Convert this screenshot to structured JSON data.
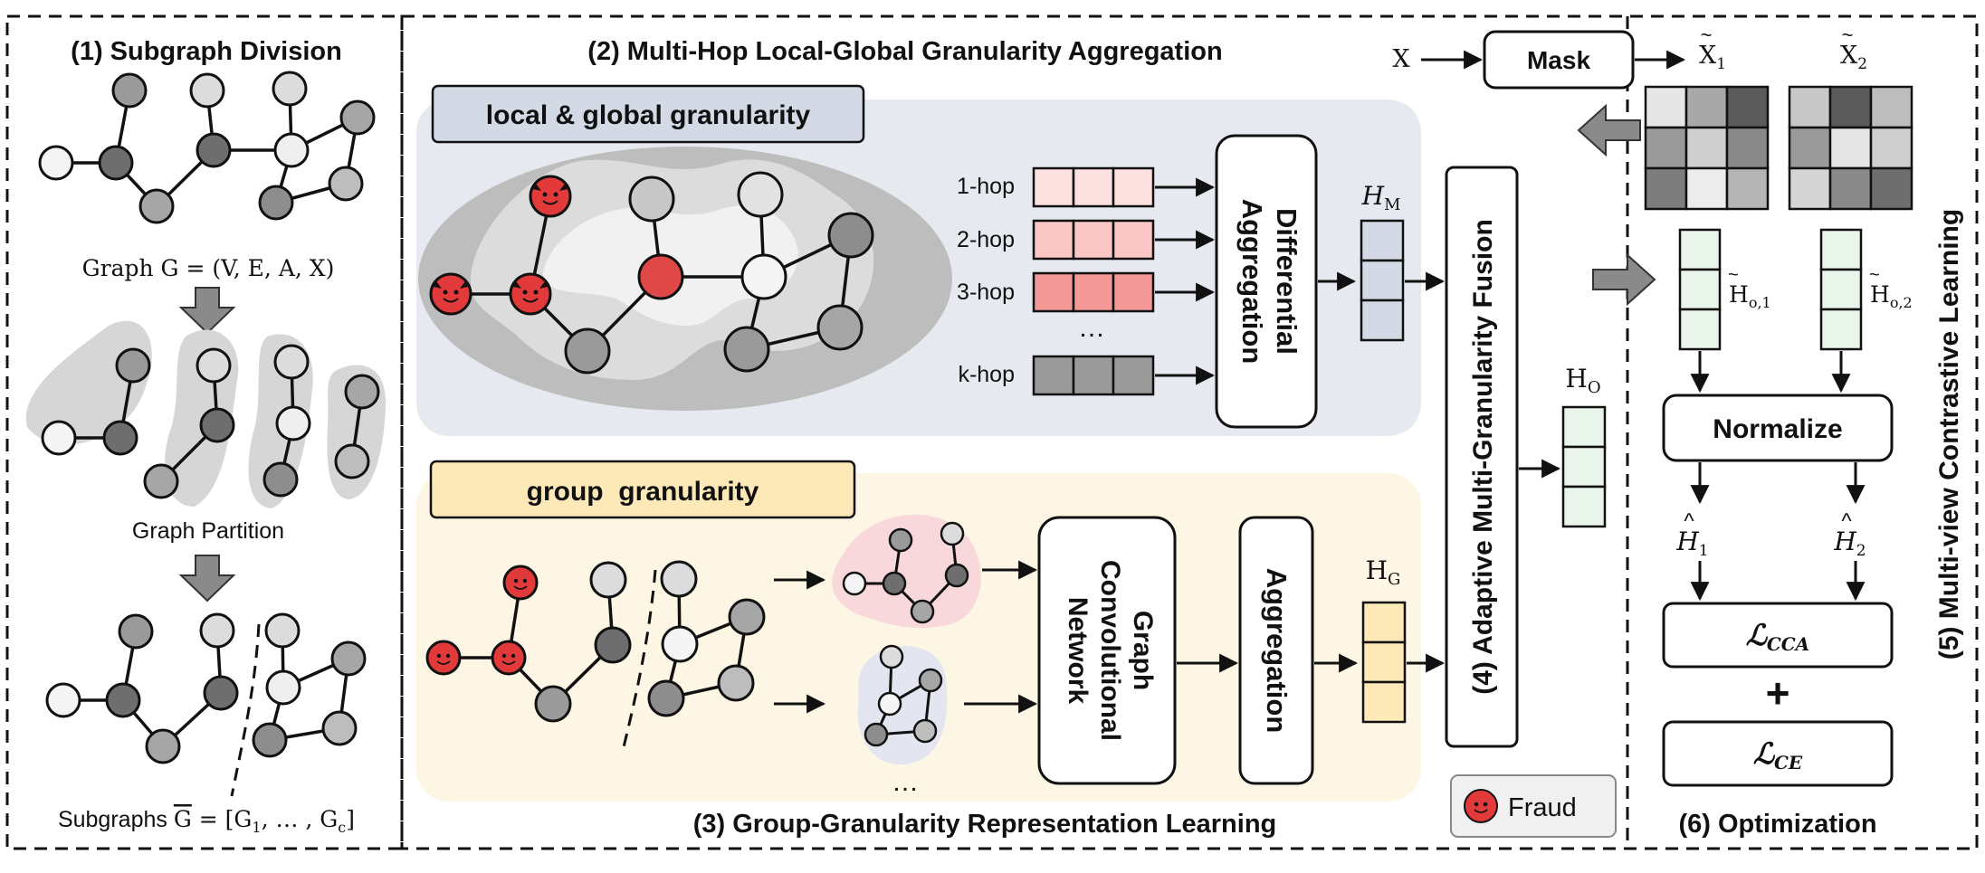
{
  "section1": {
    "title": "(1) Subgraph Division",
    "graph_caption": "Graph G = (V, E, A, X)",
    "partition_caption": "Graph Partition",
    "subgraphs_caption_prefix": "Subgraphs ",
    "subgraphs_caption_symbol": "G",
    "subgraphs_caption_suffix": " = [G",
    "subgraphs_caption_sub1": "1",
    "subgraphs_caption_mid": ", … , G",
    "subgraphs_caption_subc": "c",
    "subgraphs_caption_end": "]"
  },
  "section2": {
    "title": "(2) Multi-Hop Local-Global Granularity Aggregation",
    "panel_label": "local & global granularity",
    "hops": [
      "1-hop",
      "2-hop",
      "3-hop",
      "k-hop"
    ],
    "dots": "…",
    "diff_agg_line1": "Differential",
    "diff_agg_line2": "Aggregation",
    "hm_symbol": "H",
    "hm_sub": "M"
  },
  "section3": {
    "title": "(3) Group-Granularity Representation Learning",
    "panel_label": "group  granularity",
    "gcn_line1": "Graph",
    "gcn_line2": "Convolutional",
    "gcn_line3": "Network",
    "aggregation_label": "Aggregation",
    "hg_symbol": "H",
    "hg_sub": "G",
    "dots": "…"
  },
  "section4": {
    "title": "(4) Adaptive Multi-Granularity Fusion",
    "ho_symbol": "H",
    "ho_sub": "O"
  },
  "section5": {
    "title": "(5) Multi-view Contrastive Learning",
    "x_label": "X",
    "mask_label": "Mask",
    "x1_symbol": "X",
    "x1_sub": "1",
    "x2_symbol": "X",
    "x2_sub": "2",
    "h1_symbol": "H",
    "h1_sub": "o,1",
    "h2_symbol": "H",
    "h2_sub": "o,2",
    "normalize_label": "Normalize",
    "hh1_symbol": "H",
    "hh1_sub": "1",
    "hh2_symbol": "H",
    "hh2_sub": "2"
  },
  "section6": {
    "title": "(6) Optimization",
    "loss_cca_symbol": "ℒ",
    "loss_cca_sub": "CCA",
    "plus": "+",
    "loss_ce_symbol": "ℒ",
    "loss_ce_sub": "CE"
  },
  "legend": {
    "fraud_label": "Fraud"
  },
  "colors": {
    "fraud_red": "#e23a3a",
    "local_panel_bg": "#e6e9ef",
    "group_panel_bg": "#fdf6e4",
    "local_label_bg": "#d3dae6",
    "group_label_bg": "#fde9b8",
    "hop1": "#fde0e0",
    "hop2": "#fbc6c6",
    "hop3": "#f39797",
    "hopk": "#9a9a9a",
    "hm_cell": "#d3dae6",
    "hg_cell": "#fde9b8",
    "ho_cell": "#e9f5ea"
  }
}
